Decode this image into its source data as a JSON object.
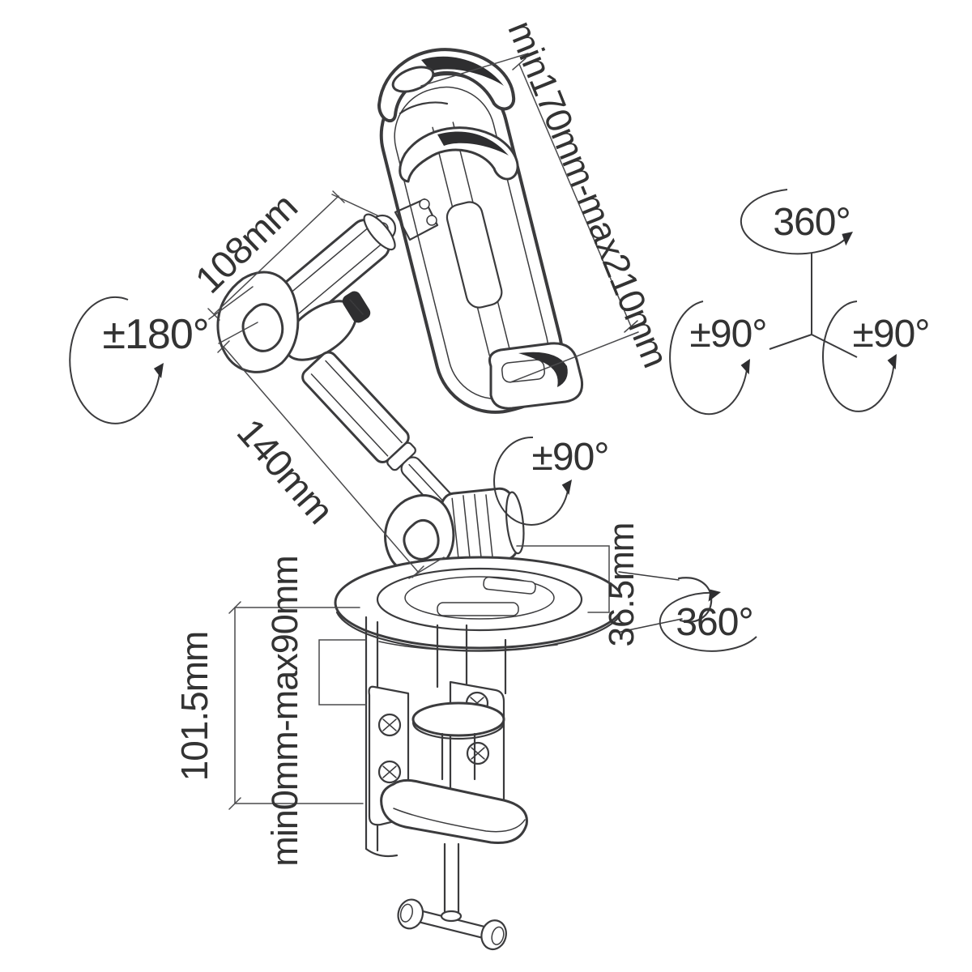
{
  "diagram": {
    "type": "technical-line-drawing",
    "subject": "Articulating tablet holder on desk clamp mount with dimension and rotation annotations",
    "colors": {
      "background": "#ffffff",
      "line": "#3b3b3d",
      "text": "#333333"
    },
    "labels": {
      "holder_range": "min170mm-max210mm",
      "upper_arm_length": "108mm",
      "elbow_rotation": "±180°",
      "lower_arm_length": "140mm",
      "joint_rotation": "±90°",
      "plate_height": "36.5mm",
      "base_rotation": "360°",
      "axis_top_rotation": "360°",
      "axis_left_rotation": "±90°",
      "axis_right_rotation": "±90°",
      "clamp_body_height": "101.5mm",
      "clamp_opening_range": "min0mm-max90mm"
    }
  }
}
